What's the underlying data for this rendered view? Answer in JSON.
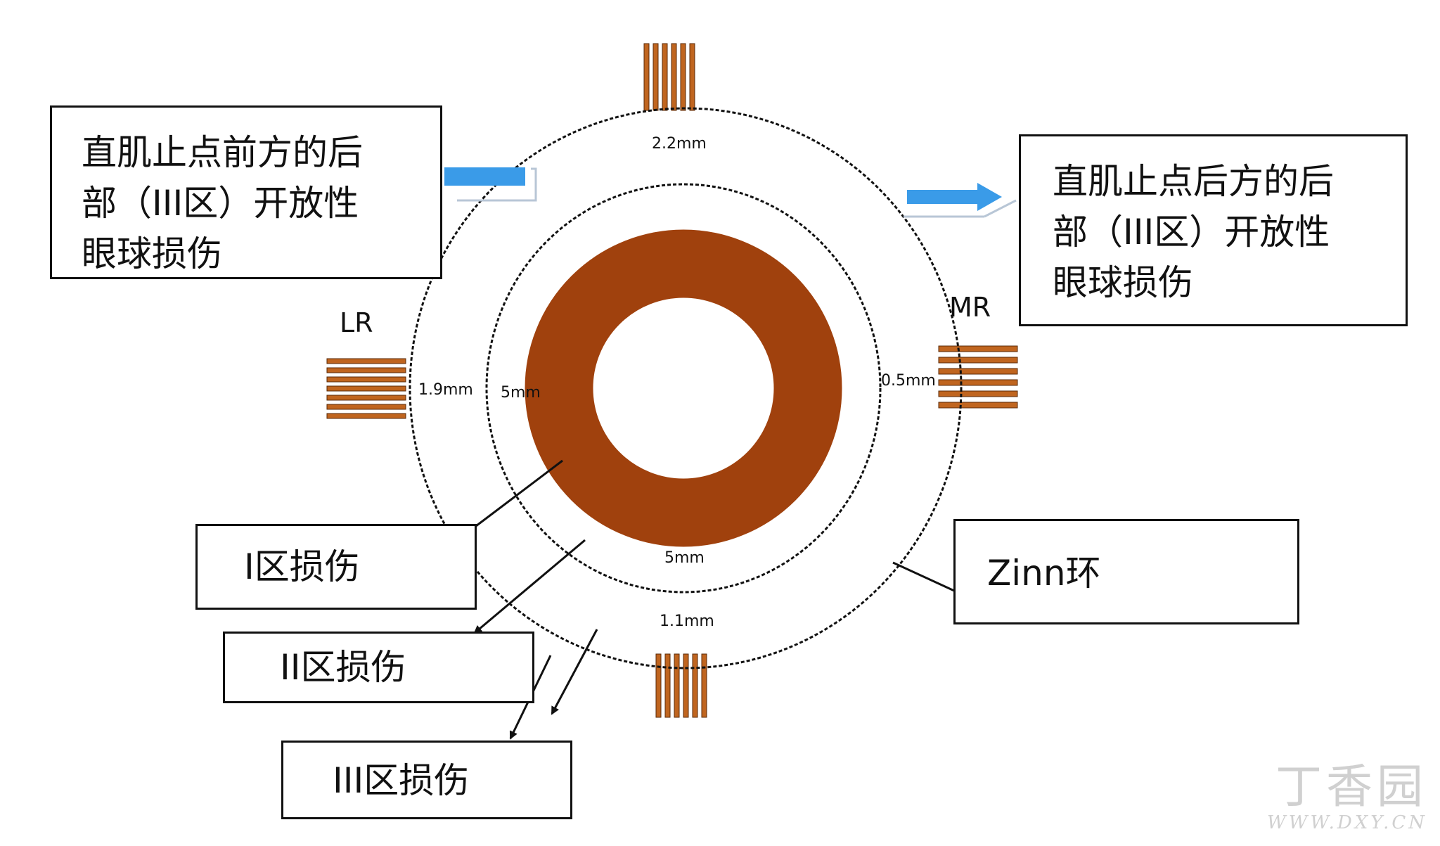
{
  "diagram": {
    "muscle_labels": {
      "lr": "LR",
      "mr": "MR"
    },
    "distances": {
      "top": "2.2mm",
      "left": "1.9mm",
      "right": "0.5mm",
      "bottom": "1.1mm",
      "inner_left": "5mm",
      "inner_bottom": "5mm"
    },
    "boxes": {
      "anterior": "直肌止点前方的后\n部（III区）开放性\n眼球损伤",
      "posterior": "直肌止点后方的后\n部（III区）开放性\n眼球损伤",
      "zone1": "I区损伤",
      "zone2": "II区损伤",
      "zone3": "III区损伤",
      "zinn": "Zinn环"
    },
    "colors": {
      "cornea_ring": "#A0410D",
      "muscle": "#C0651F",
      "arrow_blue": "#3A9BE8",
      "outline": "#111111"
    },
    "watermark": {
      "cn": "丁香园",
      "url": "WWW.DXY.CN"
    }
  }
}
